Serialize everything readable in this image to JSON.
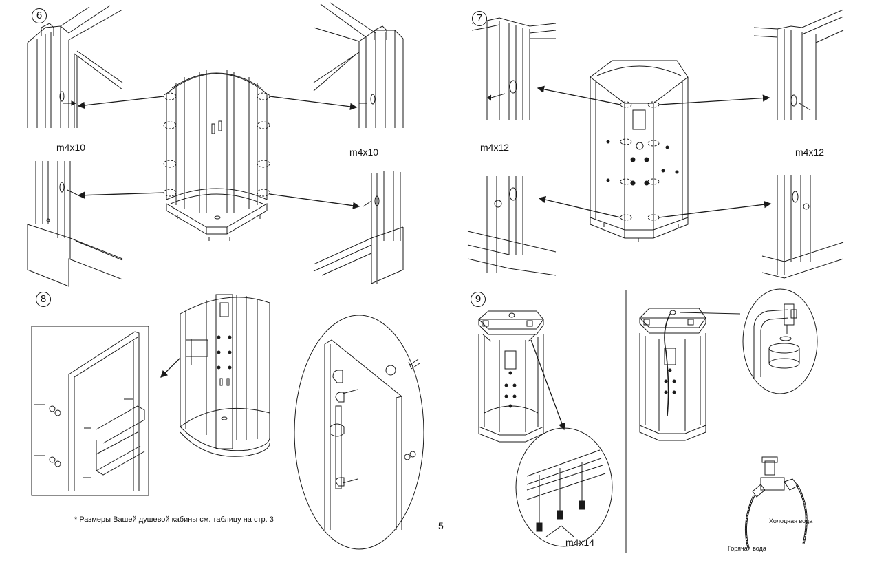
{
  "steps": {
    "s6": "6",
    "s7": "7",
    "s8": "8",
    "s9": "9"
  },
  "screws": {
    "s6_left": "m4x10",
    "s6_right": "m4x10",
    "s7_left": "m4x12",
    "s7_right": "m4x12",
    "s9": "m4x14"
  },
  "footnote": "*  Размеры Вашей душевой кабины см. таблицу на  стр. 3",
  "page_number": "5",
  "water": {
    "cold": "Холодная вода",
    "hot": "Горячая вода"
  },
  "colors": {
    "line": "#1a1a1a",
    "paper": "#ffffff",
    "shade": "#bdbdbd"
  }
}
